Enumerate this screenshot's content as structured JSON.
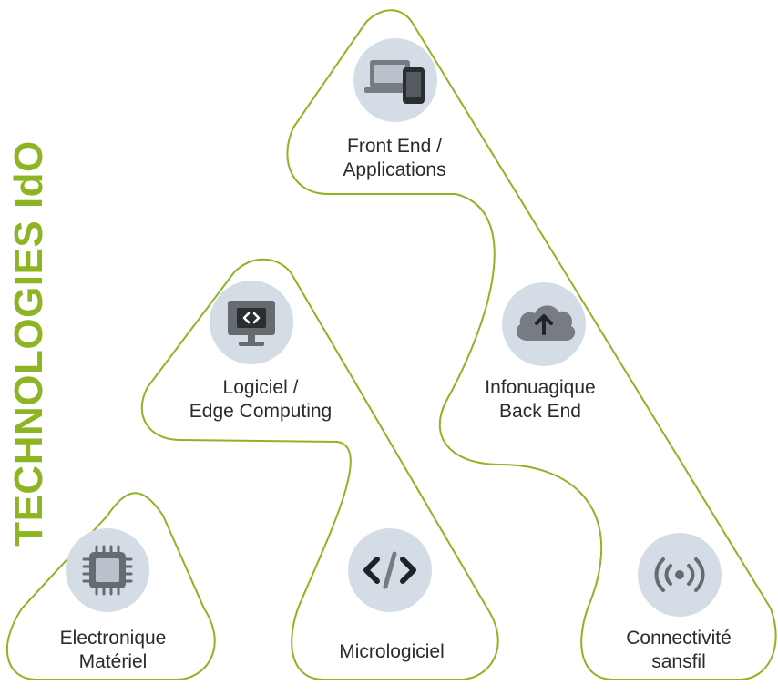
{
  "title": "TECHNOLOGIES IdO",
  "colors": {
    "accent": "#8db422",
    "icon_bg": "#d4dde6",
    "icon_fg": "#666b70",
    "text": "#2b2b2b"
  },
  "nodes": [
    {
      "id": "hardware",
      "icon": "chip-icon",
      "line1": "Electronique",
      "line2": "Matériel"
    },
    {
      "id": "firmware",
      "icon": "code-brackets-icon",
      "line1": "Micrologiciel",
      "line2": ""
    },
    {
      "id": "software",
      "icon": "monitor-code-icon",
      "line1": "Logiciel /",
      "line2": "Edge Computing"
    },
    {
      "id": "frontend",
      "icon": "laptop-phone-icon",
      "line1": "Front End /",
      "line2": "Applications"
    },
    {
      "id": "cloud",
      "icon": "cloud-upload-icon",
      "line1": "Infonuagique",
      "line2": "Back End"
    },
    {
      "id": "connectivity",
      "icon": "wireless-signal-icon",
      "line1": "Connectivité",
      "line2": "sansfil"
    }
  ]
}
